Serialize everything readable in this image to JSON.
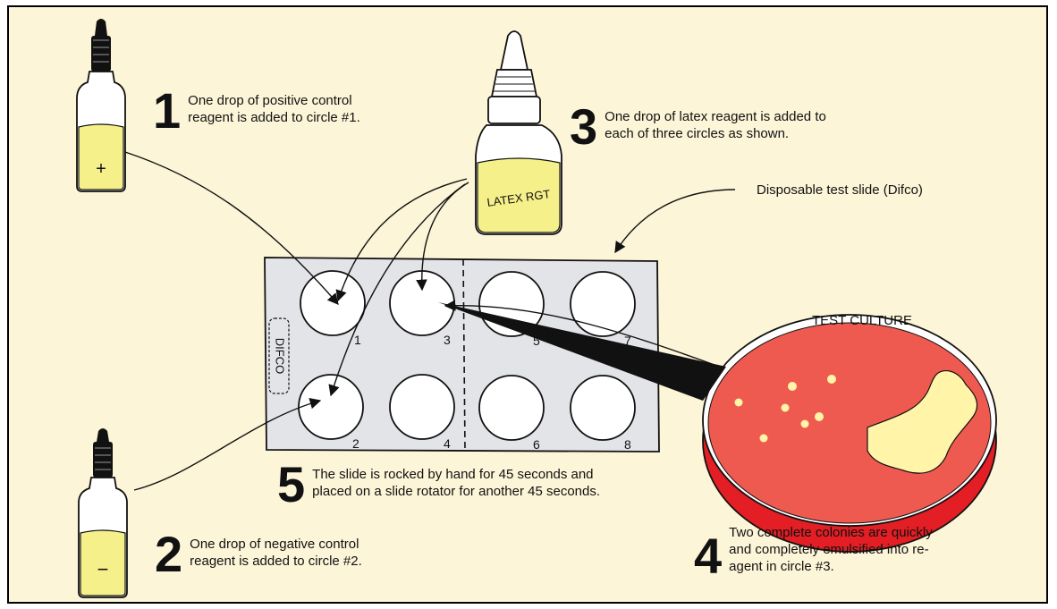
{
  "steps": {
    "s1": {
      "number": "1",
      "text_lines": [
        "One drop of positive control",
        "reagent is added to circle #1."
      ]
    },
    "s2": {
      "number": "2",
      "text_lines": [
        "One drop of negative control",
        "reagent is added to circle #2."
      ]
    },
    "s3": {
      "number": "3",
      "text_lines": [
        "One drop of latex reagent is added to",
        "each of three circles as shown."
      ]
    },
    "s4": {
      "number": "4",
      "text_lines": [
        "Two complete colonies are quickly",
        "and completely emulsified into re-",
        "agent in circle #3."
      ]
    },
    "s5": {
      "number": "5",
      "text_lines": [
        "The slide is rocked by hand for 45 seconds and",
        "placed on a slide rotator for another 45 seconds."
      ]
    }
  },
  "labels": {
    "slide": "Disposable test slide (Difco)",
    "culture": "TEST CULTURE",
    "slide_brand": "DIFCO",
    "bottle_label": "LATEX RGT",
    "positive_sign": "+",
    "negative_sign": "−"
  },
  "circles": [
    "1",
    "2",
    "3",
    "4",
    "5",
    "6",
    "7",
    "8"
  ],
  "colors": {
    "background": "#fdf5d8",
    "slide": "#e2e4e8",
    "reagent": "#f6f08a",
    "dish_agar": "#ef5a50",
    "dish_rim": "#e31e24",
    "colony": "#fff4a8",
    "ink": "#111111"
  }
}
